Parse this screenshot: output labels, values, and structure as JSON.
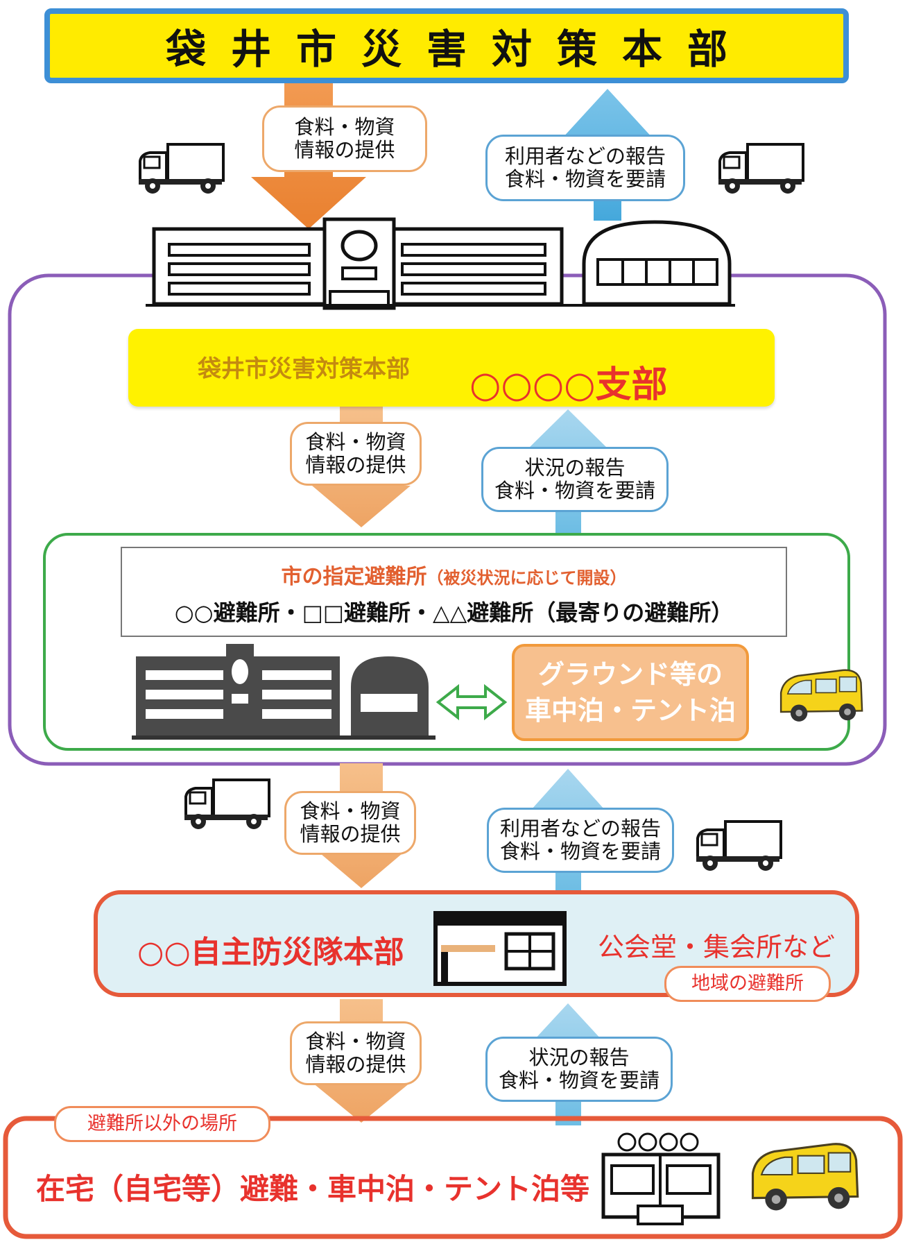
{
  "headquarters": {
    "title": "袋井市災害対策本部"
  },
  "arrows": {
    "down_1": [
      "食料・物資",
      "情報の提供"
    ],
    "up_1": [
      "利用者などの報告",
      "食料・物資を要請"
    ],
    "down_2": [
      "食料・物資",
      "情報の提供"
    ],
    "up_2": [
      "状況の報告",
      "食料・物資を要請"
    ],
    "down_3": [
      "食料・物資",
      "情報の提供"
    ],
    "up_3": [
      "利用者などの報告",
      "食料・物資を要請"
    ],
    "down_4": [
      "食料・物資",
      "情報の提供"
    ],
    "up_4": [
      "状況の報告",
      "食料・物資を要請"
    ]
  },
  "branch": {
    "left": "袋井市災害対策本部",
    "right": "○○○○支部"
  },
  "designated_shelter": {
    "title": "市の指定避難所",
    "note": "（被災状況に応じて開設）",
    "list": "○○避難所・□□避難所・△△避難所（最寄りの避難所）"
  },
  "ground": {
    "line1": "グラウンド等の",
    "line2": "車中泊・テント泊"
  },
  "community": {
    "title": "○○自主防災隊本部",
    "place": "公会堂・集会所など",
    "badge": "地域の避難所"
  },
  "outside": {
    "badge": "避難所以外の場所",
    "label": "在宅（自宅等）避難・車中泊・テント泊等"
  },
  "colors": {
    "hq_yellow": "#ffeb00",
    "hq_border": "#3d8fd6",
    "down_arrow": "#ee8f3c",
    "up_arrow": "#5fb2e0",
    "purple_frame": "#8b5db8",
    "green_frame": "#3daa4a",
    "red_frame": "#e65a3a"
  }
}
